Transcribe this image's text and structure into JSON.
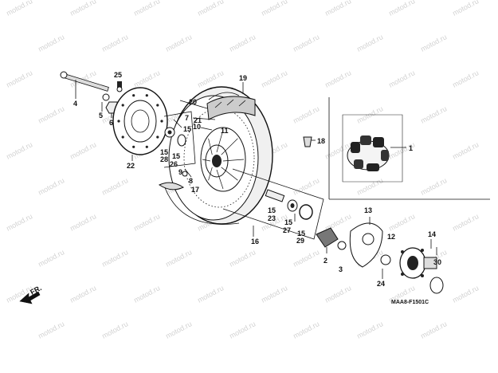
{
  "diagram": {
    "code": "MAA8-F1501C",
    "direction": "FR.",
    "watermark": "motod.ru",
    "callouts": [
      "1",
      "2",
      "3",
      "4",
      "5",
      "6",
      "7",
      "8",
      "9",
      "10",
      "11",
      "12",
      "13",
      "14",
      "15",
      "16",
      "17",
      "18",
      "19",
      "20",
      "21",
      "22",
      "23",
      "24",
      "25",
      "26",
      "27",
      "28",
      "29",
      "30"
    ],
    "callout_15_count": 6
  }
}
